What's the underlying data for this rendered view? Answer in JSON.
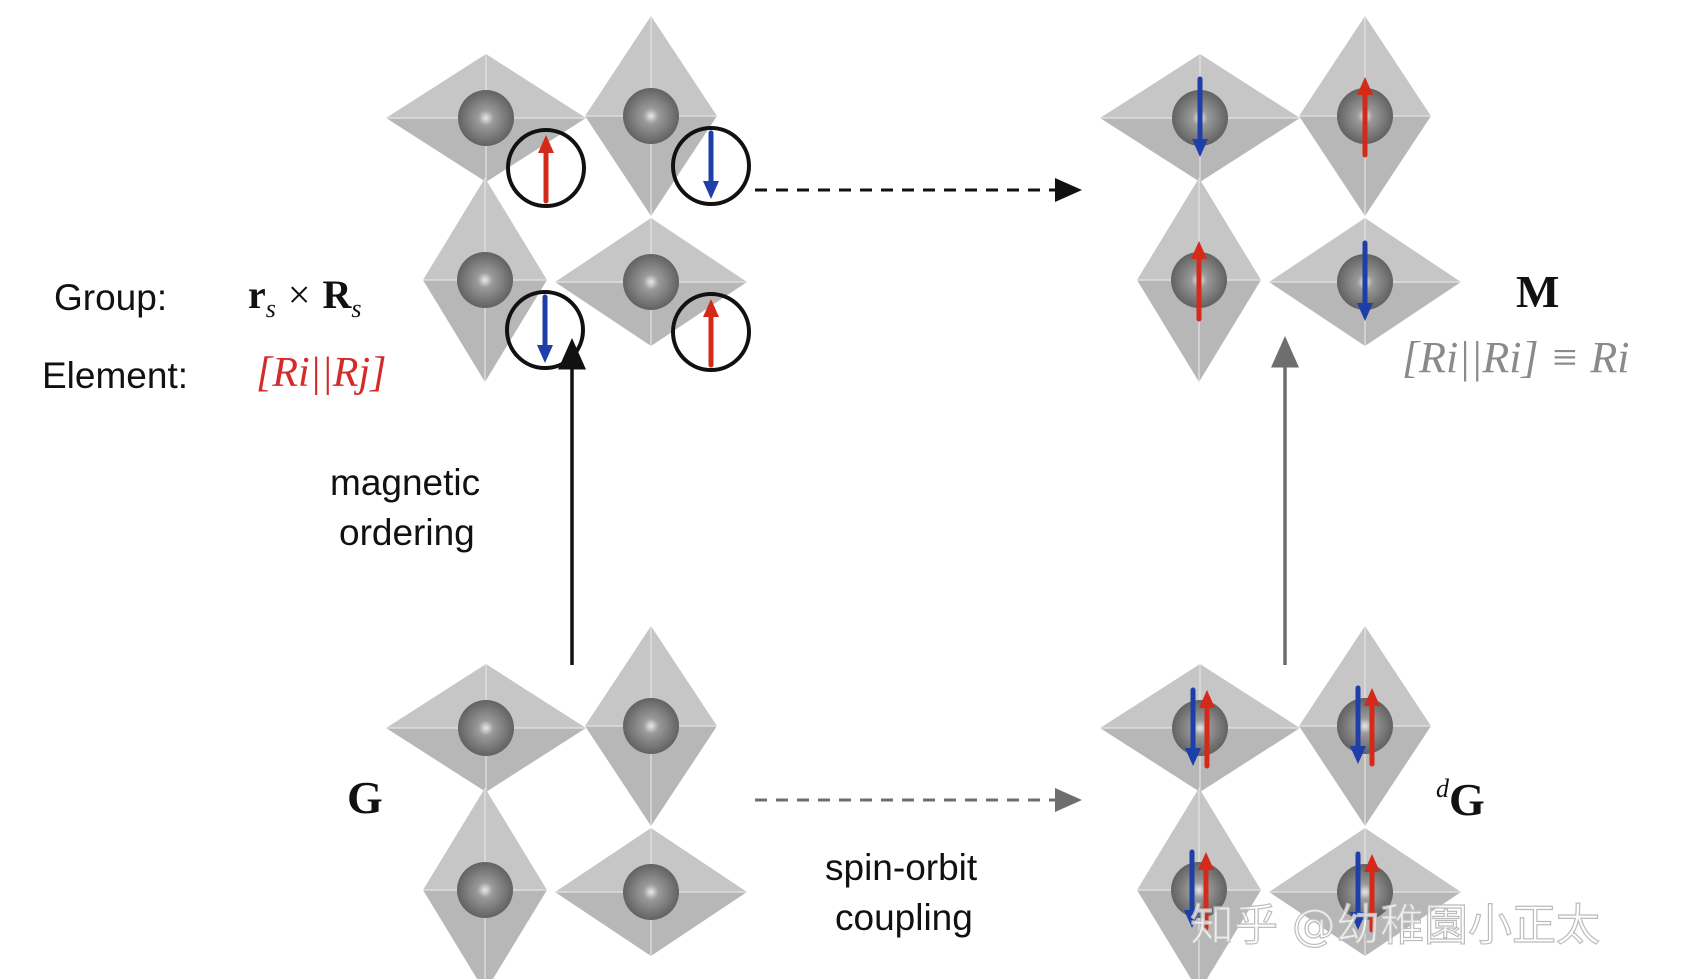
{
  "labels": {
    "group_label": "Group:",
    "element_label": "Element:",
    "magnetic_ordering_line1": "magnetic",
    "magnetic_ordering_line2": "ordering",
    "spin_orbit_line1": "spin-orbit",
    "spin_orbit_line2": "coupling"
  },
  "math": {
    "group_r": "r",
    "group_r_sub": "s",
    "group_times": "×",
    "group_R": "R",
    "group_R_sub": "s",
    "element_expr": "[Ri||Rj]",
    "G": "G",
    "dG_sup": "d",
    "dG_base": "G",
    "M": "M",
    "equiv_expr": "[Ri||Ri] ≡ Ri"
  },
  "watermark": "知乎 @幼稚園小正太",
  "colors": {
    "tile": "#c6c6c6",
    "tile_shadow": "#b7b7b7",
    "atom": "#707070",
    "spin_up": "#d42a1a",
    "spin_down": "#1f3fa8",
    "arrow_solid": "#111111",
    "arrow_gray": "#6e6e6e",
    "element_red": "#d42a2a",
    "equiv_gray": "#8a8a8a"
  },
  "panels": [
    {
      "name": "panel-top-left",
      "spins": [
        "up",
        "down",
        "down",
        "up"
      ],
      "mode": "circled"
    },
    {
      "name": "panel-top-right",
      "spins": [
        "down",
        "up",
        "up",
        "down"
      ],
      "mode": "on-atom"
    },
    {
      "name": "panel-bottom-left",
      "spins": [
        "none",
        "none",
        "none",
        "none"
      ],
      "mode": "none"
    },
    {
      "name": "panel-bottom-right",
      "spins": [
        "pair",
        "pair",
        "pair",
        "pair"
      ],
      "mode": "pair"
    }
  ]
}
